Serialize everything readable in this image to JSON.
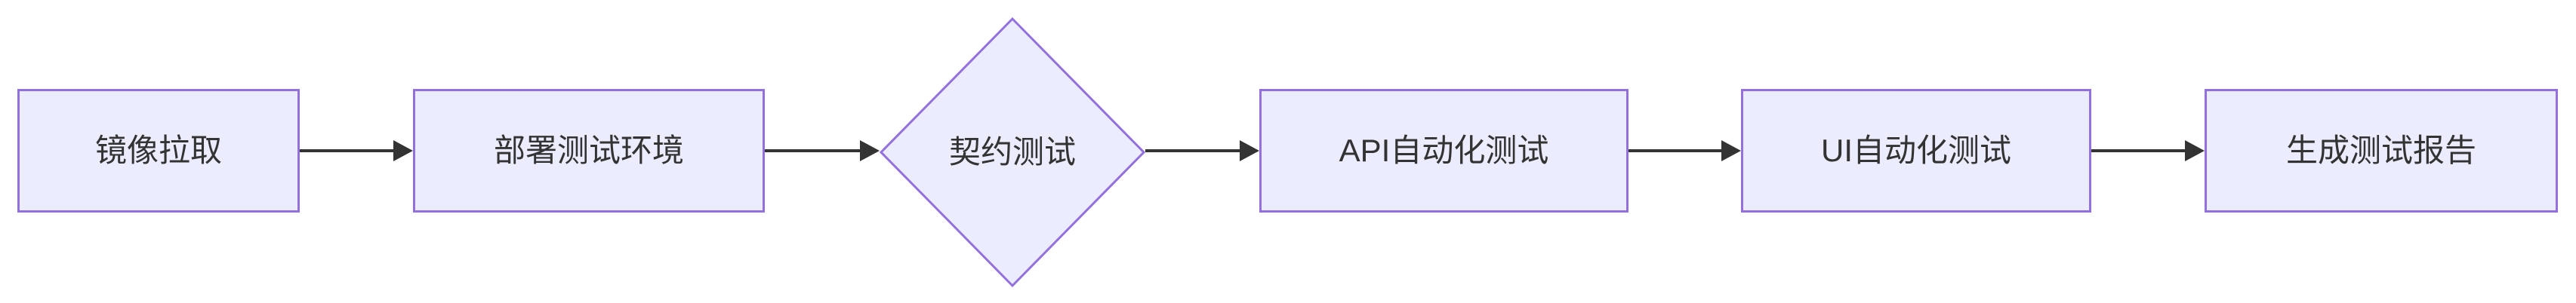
{
  "diagram": {
    "type": "flowchart-left-to-right",
    "nodes": [
      {
        "id": "A",
        "label": "镜像拉取",
        "shape": "rect"
      },
      {
        "id": "B",
        "label": "部署测试环境",
        "shape": "rect"
      },
      {
        "id": "C",
        "label": "契约测试",
        "shape": "diamond"
      },
      {
        "id": "D",
        "label": "API自动化测试",
        "shape": "rect"
      },
      {
        "id": "E",
        "label": "UI自动化测试",
        "shape": "rect"
      },
      {
        "id": "F",
        "label": "生成测试报告",
        "shape": "rect"
      }
    ],
    "edges": [
      {
        "from": "镜像拉取",
        "to": "部署测试环境",
        "arrow": "filled-right"
      },
      {
        "from": "部署测试环境",
        "to": "契约测试",
        "arrow": "filled-right"
      },
      {
        "from": "契约测试",
        "to": "API自动化测试",
        "arrow": "filled-right"
      },
      {
        "from": "API自动化测试",
        "to": "UI自动化测试",
        "arrow": "filled-right"
      },
      {
        "from": "UI自动化测试",
        "to": "生成测试报告",
        "arrow": "filled-right"
      }
    ],
    "colors": {
      "node_fill": "#ECECFF",
      "node_border": "#9370DB",
      "edge": "#333333",
      "text": "#333333",
      "background": "#FFFFFF"
    }
  }
}
